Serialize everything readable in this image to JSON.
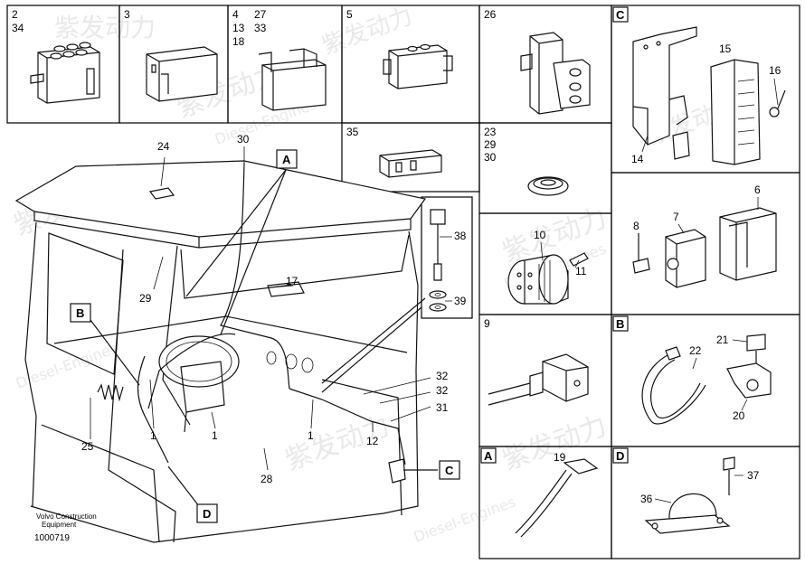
{
  "boxes": {
    "b_2_34": [
      "2",
      "34"
    ],
    "b_3": [
      "3"
    ],
    "b_4_13_18": [
      "4",
      "13",
      "18"
    ],
    "b_27_33": [
      "27",
      "33"
    ],
    "b_5": [
      "5"
    ],
    "b_26": [
      "26"
    ],
    "b_35": [
      "35"
    ],
    "b_23_29_30": [
      "23",
      "29",
      "30"
    ],
    "b_9": [
      "9"
    ]
  },
  "section_letters": {
    "c_top": "C",
    "b_right": "B",
    "a_bottom": "A",
    "d_bottom": "D"
  },
  "part_labels": {
    "p15": "15",
    "p16": "16",
    "p14": "14",
    "p6": "6",
    "p7": "7",
    "p8": "8",
    "p10": "10",
    "p11": "11",
    "p38": "38",
    "p39": "39",
    "p21": "21",
    "p22": "22",
    "p20": "20",
    "p19": "19",
    "p36": "36",
    "p37": "37",
    "p24": "24",
    "p30": "30",
    "p17": "17",
    "p29": "29",
    "p32a": "32",
    "p32b": "32",
    "p31": "31",
    "p12": "12",
    "p25": "25",
    "p1a": "1",
    "p1b": "1",
    "p1c": "1",
    "p28": "28"
  },
  "callouts": {
    "a": "A",
    "b": "B",
    "c": "C",
    "d": "D"
  },
  "caption": {
    "line1": "Volvo Construction",
    "line2": "Equipment",
    "figure_no": "1000719"
  },
  "watermark": {
    "brand_cn": "紫发动力",
    "brand_en": "Diesel-Engines"
  }
}
